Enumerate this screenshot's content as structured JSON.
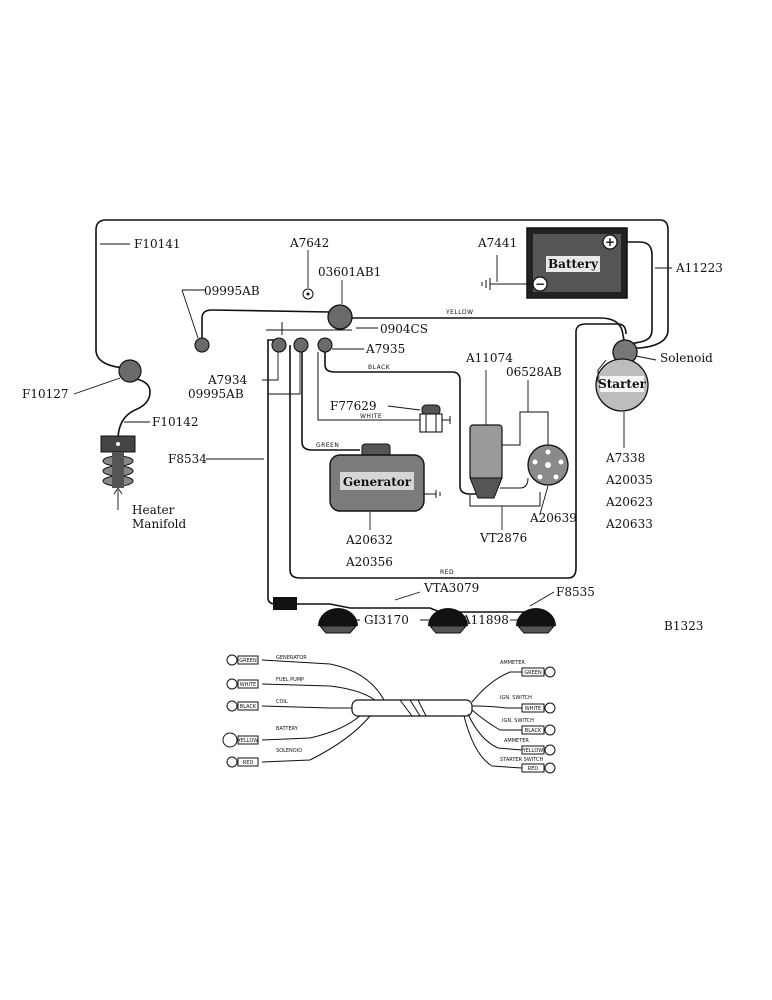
{
  "components": {
    "battery": "Battery",
    "generator": "Generator",
    "starter": "Starter",
    "solenoid": "Solenoid",
    "heater_manifold": [
      "Heater",
      "Manifold"
    ]
  },
  "part_numbers": {
    "f10141": "F10141",
    "a7642": "A7642",
    "a7441": "A7441",
    "a11223": "A11223",
    "p03601ab1": "03601AB1",
    "p09995ab_top": "09995AB",
    "p0904cs": "0904CS",
    "a7935": "A7935",
    "a7934": "A7934",
    "p09995ab_bottom": "09995AB",
    "f10127": "F10127",
    "f10142": "F10142",
    "a11074": "A11074",
    "p06528ab": "06528AB",
    "f77629": "F77629",
    "f8534": "F8534",
    "a20632": "A20632",
    "a20356": "A20356",
    "vt2876": "VT2876",
    "a20639": "A20639",
    "a7338": "A7338",
    "a20035": "A20035",
    "a20623": "A20623",
    "a20633": "A20633",
    "vta3079": "VTA3079",
    "f8535": "F8535",
    "gi3170": "GI3170",
    "a11898": "A11898",
    "b1323": "B1323"
  },
  "wire_colors": {
    "yellow": "YELLOW",
    "black": "BLACK",
    "white": "WHITE",
    "green": "GREEN",
    "red": "RED"
  },
  "harness": {
    "left_tags": [
      "GREEN",
      "WHITE",
      "BLACK",
      "YELLOW",
      "RED"
    ],
    "left_labels": [
      "GENERATOR",
      "FUEL PUMP",
      "COIL",
      "BATTERY",
      "SOLENOID"
    ],
    "right_tags": [
      "GREEN",
      "WHITE",
      "BLACK",
      "YELLOW",
      "RED"
    ],
    "right_labels": [
      "AMMETER",
      "IGN. SWITCH",
      "IGN. SWITCH",
      "AMMETER",
      "STARTER SWITCH"
    ]
  },
  "symbols": {
    "plus": "+",
    "minus": "−"
  }
}
